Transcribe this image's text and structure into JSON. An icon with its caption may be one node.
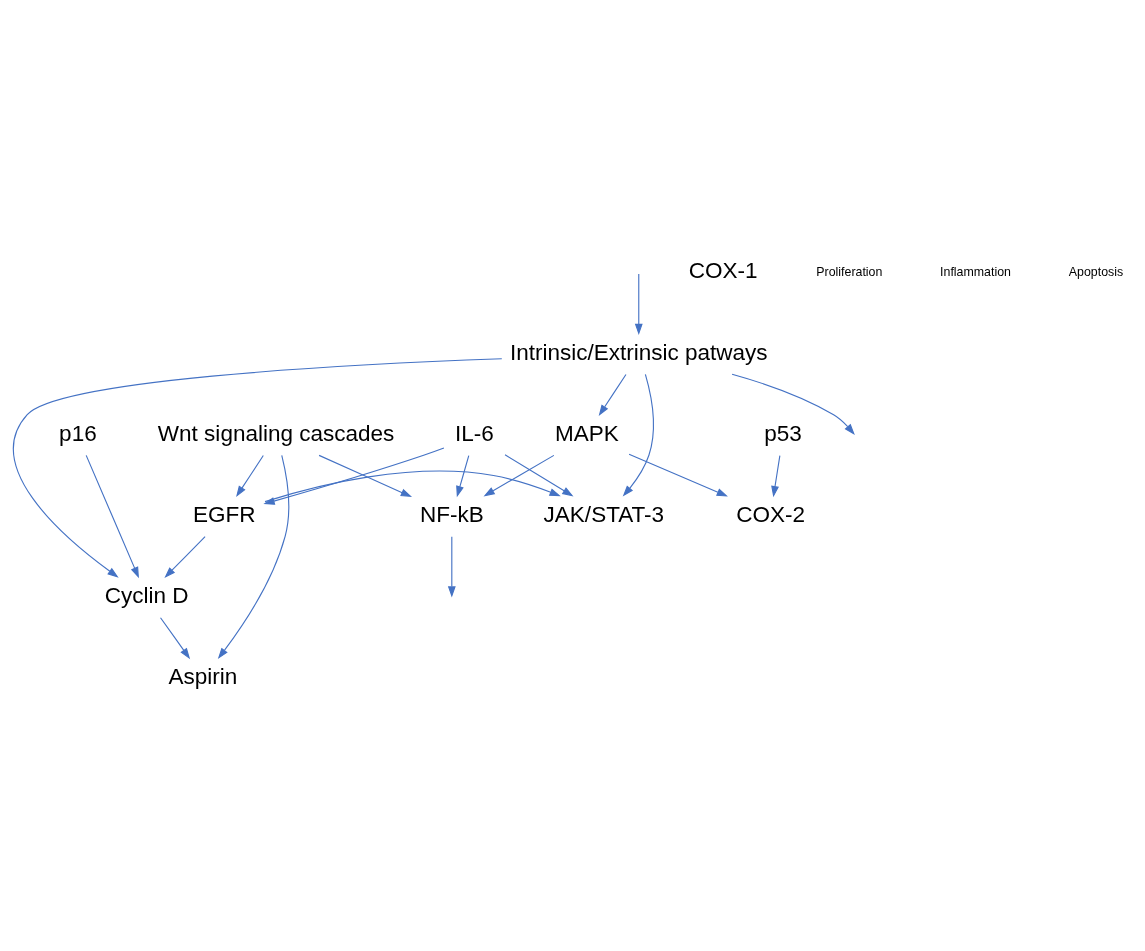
{
  "diagram": {
    "nodes": [
      {
        "text": [
          "IL-6"
        ]
      },
      {
        "text": [
          "EGFR"
        ]
      },
      {
        "text": [
          "JAK/STAT-3"
        ]
      },
      {
        "text": [
          "NF-kB"
        ]
      },
      {
        "text": [
          "MAPK"
        ]
      },
      {
        "text": [
          "Cyclin D"
        ]
      },
      {
        "text": [
          "p16"
        ]
      },
      {
        "text": [
          "COX-2"
        ]
      },
      {
        "text": [
          "Aspirin"
        ]
      },
      {
        "text": [
          "COX-1"
        ]
      },
      {
        "text": [
          "p53"
        ]
      },
      {
        "text": [
          "Wnt signaling cascades"
        ]
      },
      {
        "text": [
          "Intrinsic/Extrinsic patways"
        ]
      }
    ],
    "edges": [
      {
        "from": 0,
        "to": 1,
        "arrow": "to"
      },
      {
        "from": 0,
        "to": 2,
        "arrow": "to"
      },
      {
        "from": 0,
        "to": 3,
        "arrow": "to"
      },
      {
        "from": 1,
        "to": 2,
        "arrow": "to"
      },
      {
        "from": 3,
        "to": null,
        "arrow": "to"
      },
      {
        "from": 1,
        "to": 5,
        "arrow": "to"
      },
      {
        "from": 12,
        "to": 2,
        "arrow": "to"
      },
      {
        "from": 12,
        "to": 4,
        "arrow": "to"
      },
      {
        "from": 4,
        "to": 3,
        "arrow": "to"
      },
      {
        "from": 4,
        "to": 7,
        "arrow": "to"
      },
      {
        "from": 6,
        "to": 5,
        "arrow": "to"
      },
      {
        "from": 5,
        "to": 8,
        "arrow": "to"
      },
      {
        "from": 10,
        "to": 7,
        "arrow": "to"
      },
      {
        "from": 12,
        "to": 5,
        "arrow": "to"
      },
      {
        "from": 11,
        "to": 3,
        "arrow": "to"
      },
      {
        "from": 11,
        "to": 8,
        "arrow": "to"
      },
      {
        "from": 11,
        "to": 1,
        "arrow": "to"
      },
      {
        "from": 12,
        "to": null,
        "arrow": "to"
      },
      {
        "from": null,
        "to": 12,
        "arrow": "to"
      }
    ],
    "labels": [
      "Proliferation",
      "Inflammation",
      "Apoptosis"
    ]
  }
}
